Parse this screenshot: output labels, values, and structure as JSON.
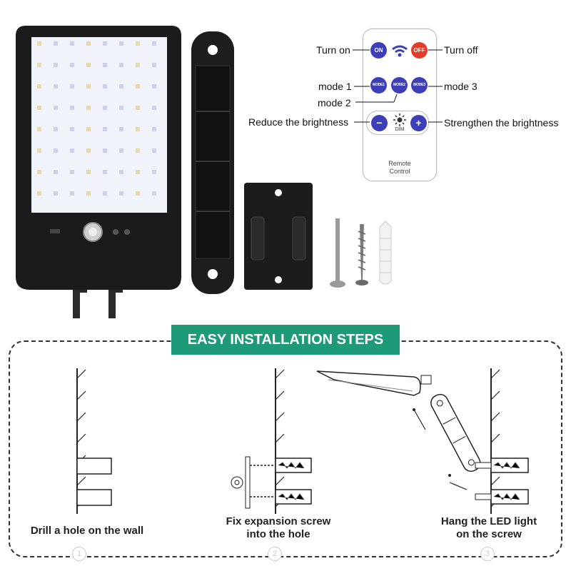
{
  "remote": {
    "on_button": "ON",
    "off_button": "OFF",
    "mode1_button": "MODE1",
    "mode2_button": "MODE2",
    "mode3_button": "MODE3",
    "minus_button": "−",
    "plus_button": "+",
    "dim_label": "DIM",
    "remote_label_line1": "Remote",
    "remote_label_line2": "Control"
  },
  "callouts": {
    "turn_on": "Turn on",
    "turn_off": "Turn off",
    "mode1": "mode 1",
    "mode2": "mode 2",
    "mode3": "mode 3",
    "reduce": "Reduce the brightness",
    "strengthen": "Strengthen the brightness"
  },
  "installation": {
    "title": "EASY INSTALLATION STEPS",
    "steps": [
      {
        "number": "1",
        "text_line1": "Drill a hole on the wall",
        "text_line2": ""
      },
      {
        "number": "2",
        "text_line1": "Fix expansion screw",
        "text_line2": "into the hole"
      },
      {
        "number": "3",
        "text_line1": "Hang the LED light",
        "text_line2": "on the screw"
      }
    ]
  },
  "colors": {
    "banner": "#1f9a78",
    "on_button": "#3c3fb8",
    "off_button": "#e53b2a",
    "light_body": "#1b1b1b"
  }
}
